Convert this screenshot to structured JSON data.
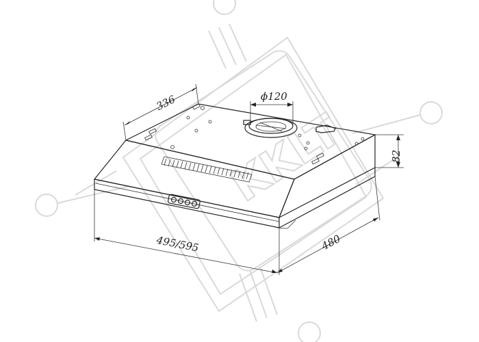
{
  "dimensions": {
    "depth_top": "336",
    "duct_diameter": "ϕ120",
    "height": "82",
    "width": "495/595",
    "depth": "480"
  },
  "watermark": {
    "text": "KKLT"
  },
  "colors": {
    "line": "#222222",
    "watermark": "#d9d9d9",
    "background": "#ffffff"
  }
}
